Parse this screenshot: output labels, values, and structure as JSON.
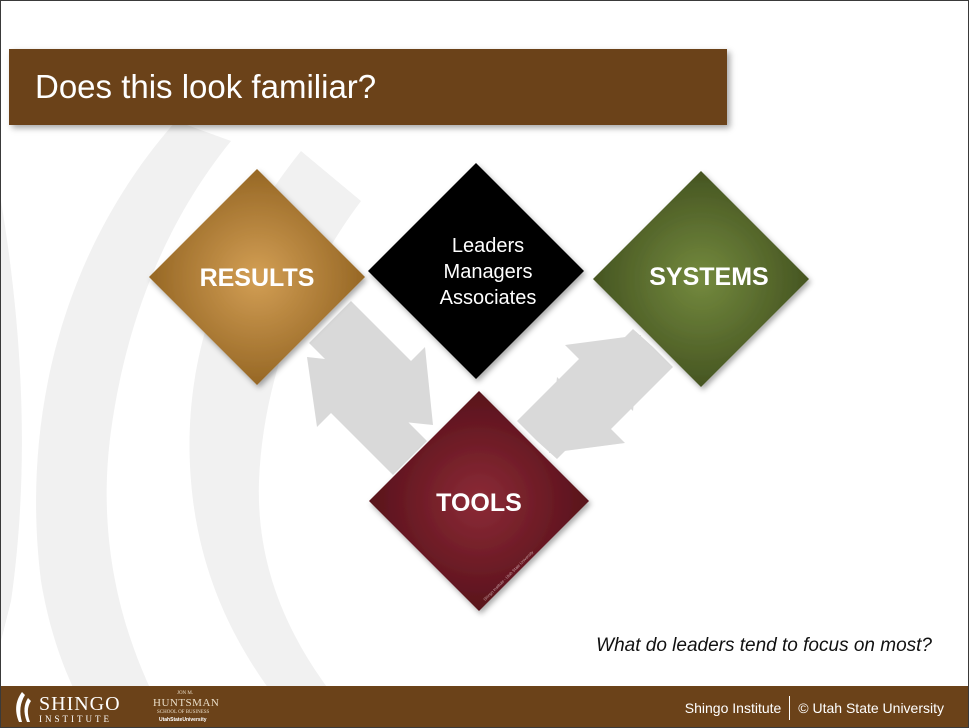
{
  "slide": {
    "title": "Does this look familiar?",
    "question": "What do leaders tend to focus on most?"
  },
  "diagram": {
    "results_label": "RESULTS",
    "systems_label": "SYSTEMS",
    "tools_label": "TOOLS",
    "center_lines": [
      "Leaders",
      "Managers",
      "Associates"
    ],
    "copyright_tiny": "Shingo Institute - Utah State University",
    "colors": {
      "results": "#a4742a",
      "systems": "#4c5b27",
      "tools": "#6a1420",
      "center": "#000000",
      "arrows": "#d9d9d9"
    }
  },
  "footer": {
    "shingo_logo_word": "SHINGO",
    "shingo_logo_sub": "INSTITUTE",
    "huntsman_line1": "JON M.",
    "huntsman_line2": "HUNTSMAN",
    "huntsman_line3": "SCHOOL OF BUSINESS",
    "huntsman_line4": "UtahStateUniversity",
    "left_text": "Shingo Institute",
    "right_text": "© Utah State University",
    "bar_color": "#6b4219"
  }
}
